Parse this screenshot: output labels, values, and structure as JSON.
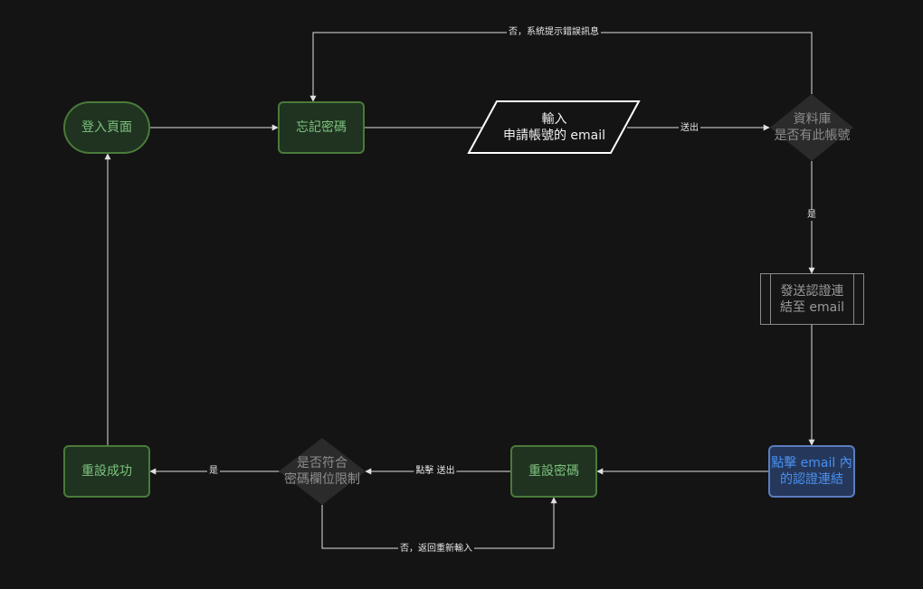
{
  "nodes": {
    "login_page": "登入頁面",
    "forgot_password": "忘記密碼",
    "input_email_line1": "輸入",
    "input_email_line2": "申請帳號的 email",
    "db_check_line1": "資料庫",
    "db_check_line2": "是否有此帳號",
    "send_link_line1": "發送認證連",
    "send_link_line2": "結至 email",
    "click_link_line1": "點擊 email 內",
    "click_link_line2": "的認證連結",
    "reset_password": "重設密碼",
    "password_check_line1": "是否符合",
    "password_check_line2": "密碼欄位限制",
    "reset_success": "重設成功"
  },
  "edges": {
    "no_account": "否，系統提示錯誤訊息",
    "submit": "送出",
    "yes_account": "是",
    "click_submit": "點擊 送出",
    "yes_valid": "是",
    "no_retry": "否，返回重新輸入"
  },
  "colors": {
    "background": "#141414",
    "green_fill": "#1f3320",
    "green_border": "#4a7a3a",
    "green_text": "#7ec27e",
    "blue_fill": "#25385c",
    "blue_border": "#5a7dbf",
    "blue_text": "#4a90f0",
    "edge": "#e0e0e0"
  }
}
